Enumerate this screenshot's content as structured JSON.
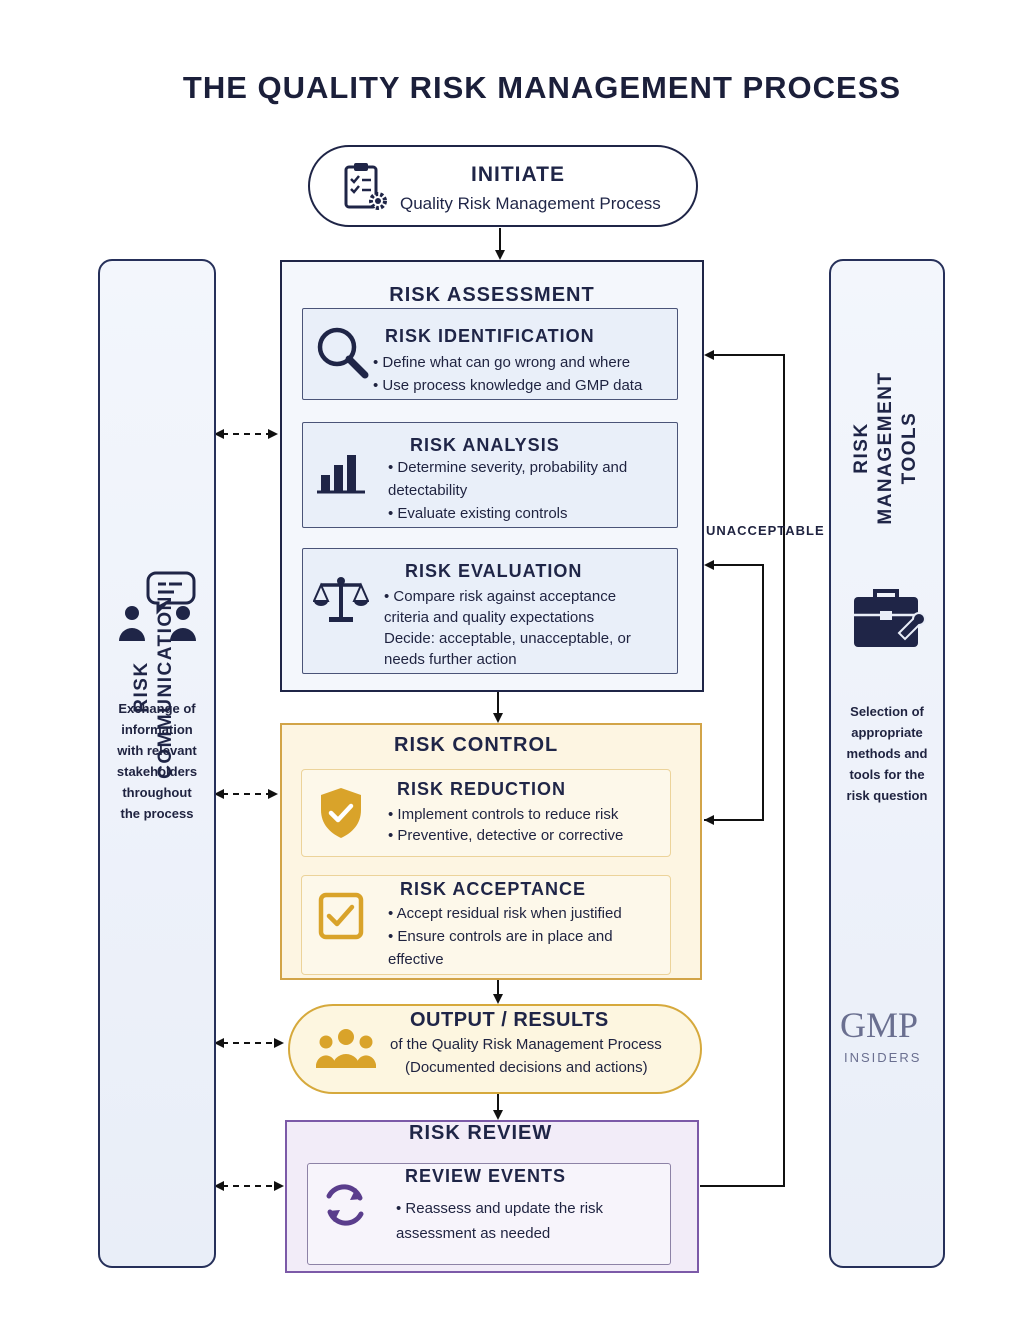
{
  "title": "THE QUALITY RISK MANAGEMENT PROCESS",
  "initiate": {
    "title": "INITIATE",
    "subtitle": "Quality Risk Management Process",
    "icon": "clipboard-gear-icon"
  },
  "risk_communication": {
    "label_line1": "RISK",
    "label_line2": "COMMUNICATION",
    "icon": "people-chat-icon",
    "description": [
      "Exchange of",
      "information",
      "with relevant",
      "stakeholders",
      "throughout",
      "the process"
    ]
  },
  "risk_management_tools": {
    "label_line1": "RISK",
    "label_line2": "MANAGEMENT",
    "label_line3": "TOOLS",
    "icon": "toolbox-icon",
    "description": [
      "Selection of",
      "appropriate",
      "methods and",
      "tools for the",
      "risk question"
    ]
  },
  "risk_assessment": {
    "title": "RISK ASSESSMENT",
    "identification": {
      "title": "RISK IDENTIFICATION",
      "icon": "magnifier-icon",
      "bullets": [
        "• Define what can go wrong and where",
        "• Use process knowledge and GMP data"
      ]
    },
    "analysis": {
      "title": "RISK ANALYSIS",
      "icon": "bar-chart-icon",
      "lines": [
        "• Determine severity, probability and",
        "detectability",
        "• Evaluate existing controls"
      ]
    },
    "evaluation": {
      "title": "RISK EVALUATION",
      "icon": "scales-icon",
      "lines": [
        "• Compare risk against acceptance",
        "criteria and quality expectations",
        "Decide: acceptable, unacceptable, or",
        "needs further action"
      ]
    }
  },
  "feedback_label": "UNACCEPTABLE",
  "risk_control": {
    "title": "RISK CONTROL",
    "reduction": {
      "title": "RISK REDUCTION",
      "icon": "shield-check-icon",
      "bullets": [
        "• Implement controls to reduce risk",
        "• Preventive, detective or corrective"
      ]
    },
    "acceptance": {
      "title": "RISK ACCEPTANCE",
      "icon": "checkbox-icon",
      "lines": [
        "• Accept residual risk when justified",
        "• Ensure controls are in place and",
        "effective"
      ]
    }
  },
  "output": {
    "title": "OUTPUT / RESULTS",
    "line1": "of the Quality Risk Management Process",
    "line2": "(Documented decisions and actions)",
    "icon": "group-icon"
  },
  "risk_review": {
    "title": "RISK REVIEW",
    "events_title": "REVIEW EVENTS",
    "icon": "refresh-icon",
    "lines": [
      "• Reassess and update the risk",
      "assessment as needed"
    ]
  },
  "logo": {
    "mark": "GMP",
    "text": "INSIDERS"
  },
  "colors": {
    "navy": "#1f2547",
    "assessment_bg": "#f4f7fc",
    "control_border": "#d2a448",
    "control_bg": "#fdf5e2",
    "icon_gold": "#d9a32a",
    "review_border": "#7c5aa8",
    "review_icon": "#5a3d8c"
  }
}
